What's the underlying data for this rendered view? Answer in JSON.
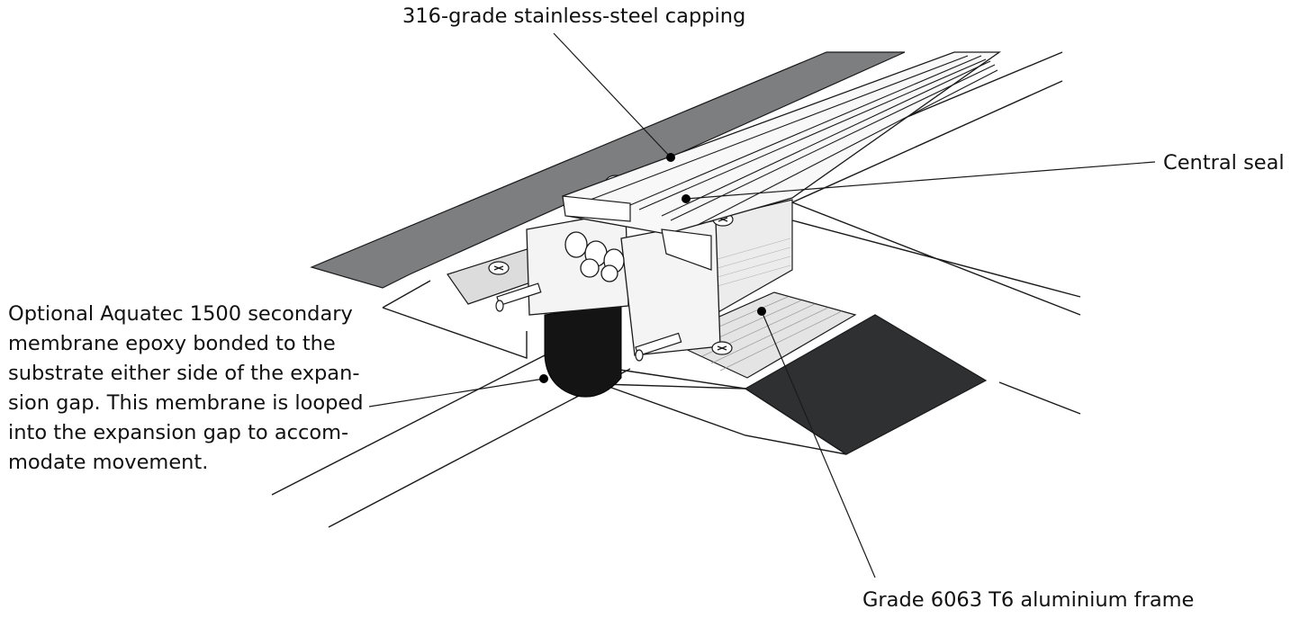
{
  "labels": {
    "capping": "316-grade stainless-steel capping",
    "central_seal": "Central seal",
    "frame": "Grade 6063 T6 aluminium frame",
    "membrane_lines": [
      "Optional Aquatec 1500 secondary",
      "membrane epoxy bonded to the",
      "substrate either side of the expan-",
      "sion gap. This membrane is looped",
      "into the expansion gap to accom-",
      "modate movement."
    ]
  },
  "colors": {
    "membrane_strip": "#7d7e80",
    "membrane_dark": "#2f3032",
    "gap_membrane": "#141414",
    "outline": "#1a1a1a",
    "metal": "#f4f4f4",
    "metal_shade": "#dcdcdc",
    "background": "#ffffff"
  }
}
